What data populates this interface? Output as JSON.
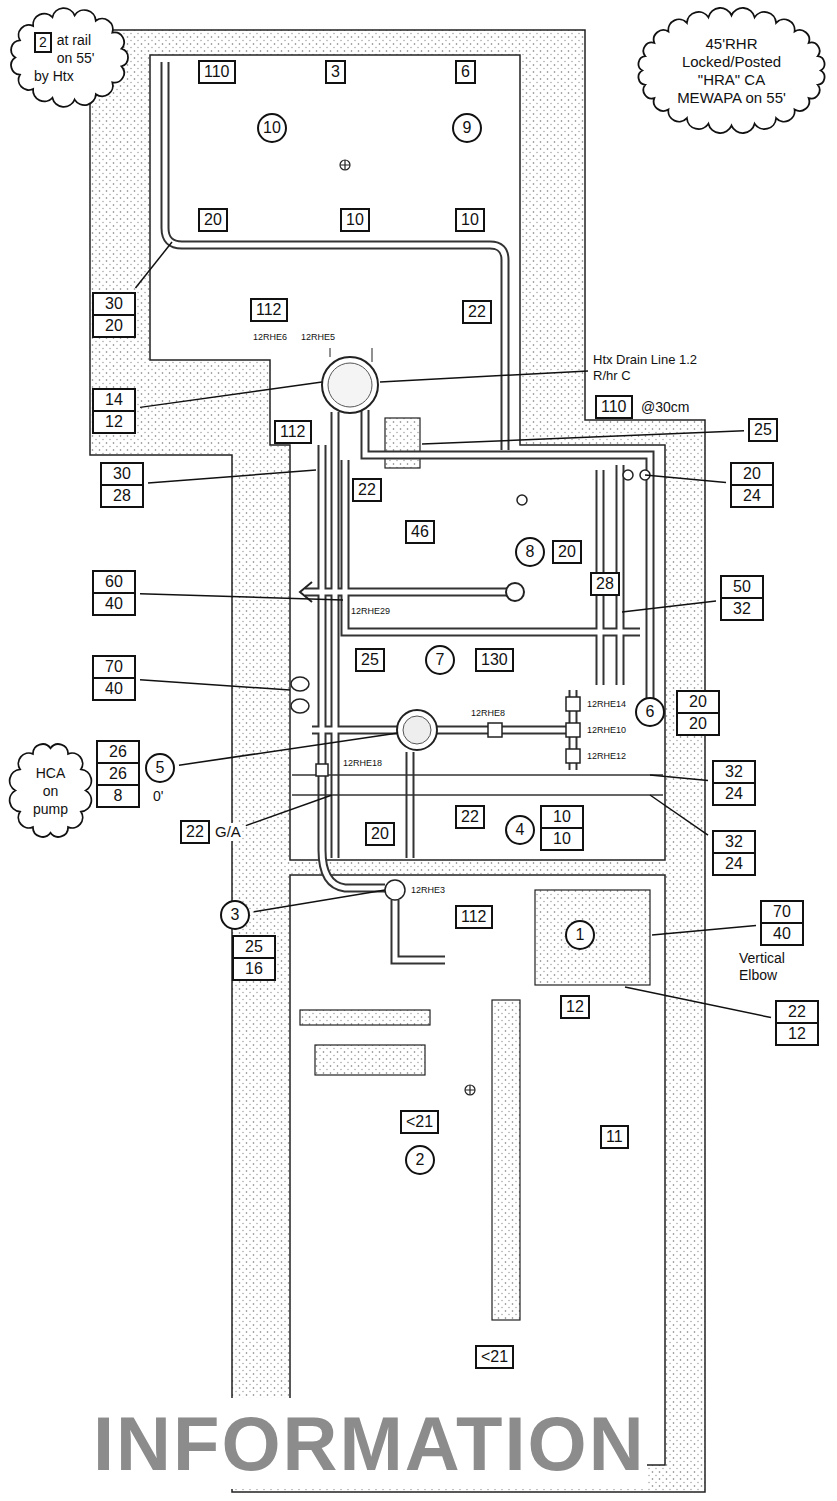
{
  "diagram": {
    "nodes": [
      {
        "text": [
          "at rail on 55' by Htx"
        ]
      },
      {
        "text": [
          "2"
        ],
        "in": 0
      },
      {
        "text": [
          "45'RHR Locked/Posted \"HRA\" CA MEWAPA on 55'"
        ]
      },
      {
        "text": [
          "110"
        ]
      },
      {
        "text": [
          "3"
        ]
      },
      {
        "text": [
          "6"
        ]
      },
      {
        "text": [
          "10"
        ]
      },
      {
        "text": [
          "9"
        ]
      },
      {
        "text": [
          "20"
        ]
      },
      {
        "text": [
          "10"
        ]
      },
      {
        "text": [
          "10"
        ]
      },
      {
        "text": [
          "30",
          "20"
        ]
      },
      {
        "text": [
          "112"
        ]
      },
      {
        "text": [
          "22"
        ]
      },
      {
        "text": [
          "110"
        ]
      },
      {
        "text": [
          "14",
          "12"
        ]
      },
      {
        "text": [
          "112"
        ]
      },
      {
        "text": [
          "25"
        ]
      },
      {
        "text": [
          "30",
          "28"
        ]
      },
      {
        "text": [
          "20",
          "24"
        ]
      },
      {
        "text": [
          "22"
        ]
      },
      {
        "text": [
          "46"
        ]
      },
      {
        "text": [
          "8"
        ]
      },
      {
        "text": [
          "20"
        ]
      },
      {
        "text": [
          "28"
        ]
      },
      {
        "text": [
          "60",
          "40"
        ]
      },
      {
        "text": [
          "50",
          "32"
        ]
      },
      {
        "text": [
          "70",
          "40"
        ]
      },
      {
        "text": [
          "25"
        ]
      },
      {
        "text": [
          "7"
        ]
      },
      {
        "text": [
          "130"
        ]
      },
      {
        "text": [
          "6"
        ]
      },
      {
        "text": [
          "20",
          "20"
        ]
      },
      {
        "text": [
          "HCA on pump"
        ]
      },
      {
        "text": [
          "26",
          "26",
          "8"
        ]
      },
      {
        "text": [
          "5"
        ]
      },
      {
        "text": [
          "32",
          "24"
        ]
      },
      {
        "text": [
          "22"
        ]
      },
      {
        "text": [
          "22"
        ]
      },
      {
        "text": [
          "20"
        ]
      },
      {
        "text": [
          "4"
        ]
      },
      {
        "text": [
          "10",
          "10"
        ]
      },
      {
        "text": [
          "32",
          "24"
        ]
      },
      {
        "text": [
          "3"
        ]
      },
      {
        "text": [
          "25",
          "16"
        ]
      },
      {
        "text": [
          "112"
        ]
      },
      {
        "text": [
          "1"
        ]
      },
      {
        "text": [
          "70",
          "40"
        ]
      },
      {
        "text": [
          "12"
        ]
      },
      {
        "text": [
          "22",
          "12"
        ]
      },
      {
        "text": [
          "<21"
        ]
      },
      {
        "text": [
          "2"
        ]
      },
      {
        "text": [
          "11"
        ]
      },
      {
        "text": [
          "<21"
        ]
      }
    ],
    "labels": [
      "Htx Drain Line 1.2 R/hr C",
      "@30cm",
      "12RHE6",
      "12RHE5",
      "12RHE29",
      "12RHE8",
      "12RHE14",
      "12RHE10",
      "12RHE12",
      "12RHE18",
      "0'",
      "G/A",
      "12RHE3",
      "Vertical Elbow",
      "INFORMATION"
    ]
  }
}
